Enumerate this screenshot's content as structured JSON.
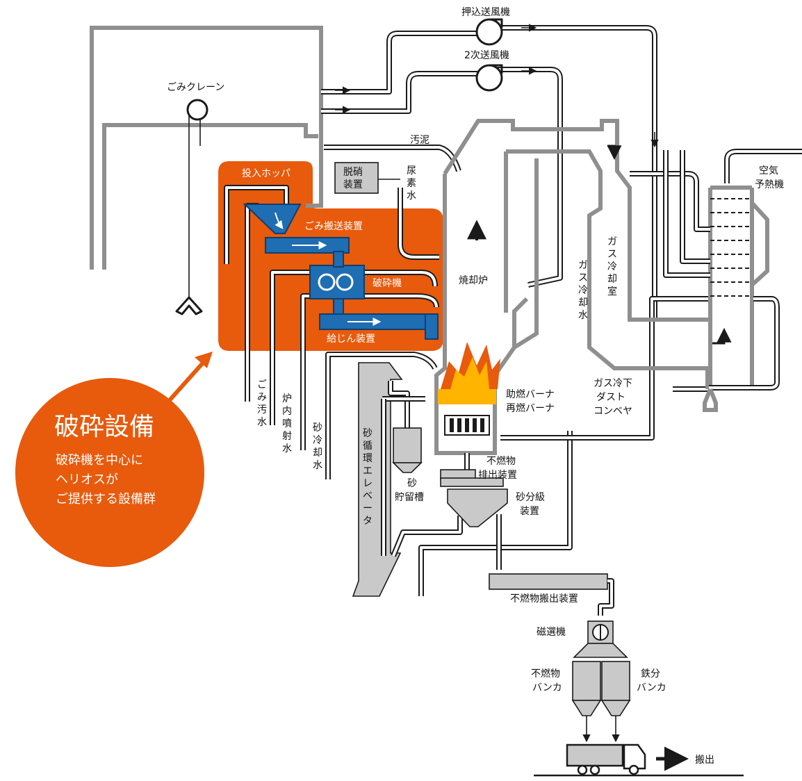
{
  "colors": {
    "orange": "#e85a0c",
    "blue": "#1f6db3",
    "wall_gray": "#8f8f8f",
    "equipment_gray": "#c9c9c9",
    "flame_yellow": "#ffb400"
  },
  "callout": {
    "title": "破砕設備",
    "line1": "破砕機を中心に",
    "line2": "ヘリオスが",
    "line3": "ご提供する設備群"
  },
  "labels": {
    "gomi_crane": "ごみクレーン",
    "push_fan": "押込送風機",
    "secondary_fan": "2次送風機",
    "sludge": "汚泥",
    "denox_1": "脱硝",
    "denox_2": "装置",
    "urea": [
      "尿",
      "素",
      "水"
    ],
    "hopper": "投入ホッパ",
    "conveyor": "ごみ搬送装置",
    "crusher": "破砕機",
    "feeder": "給じん装置",
    "incinerator": "焼却炉",
    "gas_cool_water": [
      "ガ",
      "ス",
      "冷",
      "却",
      "水"
    ],
    "gas_cool_room": [
      "ガ",
      "ス",
      "冷",
      "却",
      "室"
    ],
    "air_preheater_1": "空気",
    "air_preheater_2": "予熱機",
    "burner_1": "助燃バーナ",
    "burner_2": "再燃バーナ",
    "dust_conv_1": "ガス冷下",
    "dust_conv_2": "ダスト",
    "dust_conv_3": "コンベヤ",
    "waste_water": [
      "ご",
      "み",
      "汚",
      "水"
    ],
    "furnace_spray": [
      "炉",
      "内",
      "噴",
      "射",
      "水"
    ],
    "sand_cool": [
      "砂",
      "冷",
      "却",
      "水"
    ],
    "sand_elevator": [
      "砂",
      "循",
      "環",
      "エ",
      "レ",
      "ベ",
      "ー",
      "タ"
    ],
    "sand_tank_1": "砂",
    "sand_tank_2": "貯留槽",
    "noncomb_disch_1": "不燃物",
    "noncomb_disch_2": "排出装置",
    "sand_class_1": "砂分級",
    "sand_class_2": "装置",
    "noncomb_conveyor": "不燃物搬出装置",
    "magnet": "磁選機",
    "noncomb_bunker_1": "不燃物",
    "noncomb_bunker_2": "バンカ",
    "iron_bunker_1": "鉄分",
    "iron_bunker_2": "バンカ",
    "carry_out": "搬出"
  },
  "icons": [
    "crane-hook-icon",
    "fan-icon",
    "crusher-rollers-icon",
    "flame-icon",
    "magnet-icon",
    "truck-icon",
    "arrow-icon"
  ]
}
